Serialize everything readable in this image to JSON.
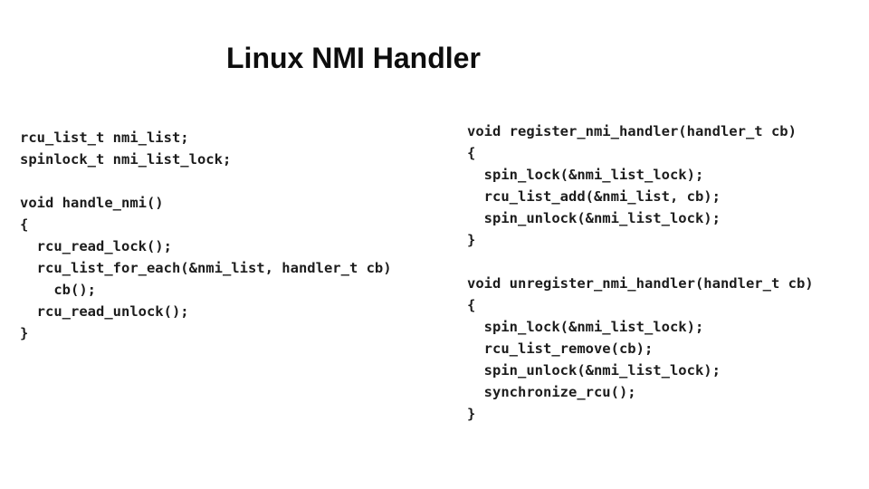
{
  "slide": {
    "title": "Linux NMI Handler",
    "background_color": "#ffffff",
    "title_color": "#0d0d0d",
    "code_color": "#1c1c1c"
  },
  "code": {
    "left_column": "rcu_list_t nmi_list;\nspinlock_t nmi_list_lock;\n\nvoid handle_nmi()\n{\n  rcu_read_lock();\n  rcu_list_for_each(&nmi_list, handler_t cb)\n    cb();\n  rcu_read_unlock();\n}",
    "right_column": "void register_nmi_handler(handler_t cb)\n{\n  spin_lock(&nmi_list_lock);\n  rcu_list_add(&nmi_list, cb);\n  spin_unlock(&nmi_list_lock);\n}\n\nvoid unregister_nmi_handler(handler_t cb)\n{\n  spin_lock(&nmi_list_lock);\n  rcu_list_remove(cb);\n  spin_unlock(&nmi_list_lock);\n  synchronize_rcu();\n}"
  }
}
